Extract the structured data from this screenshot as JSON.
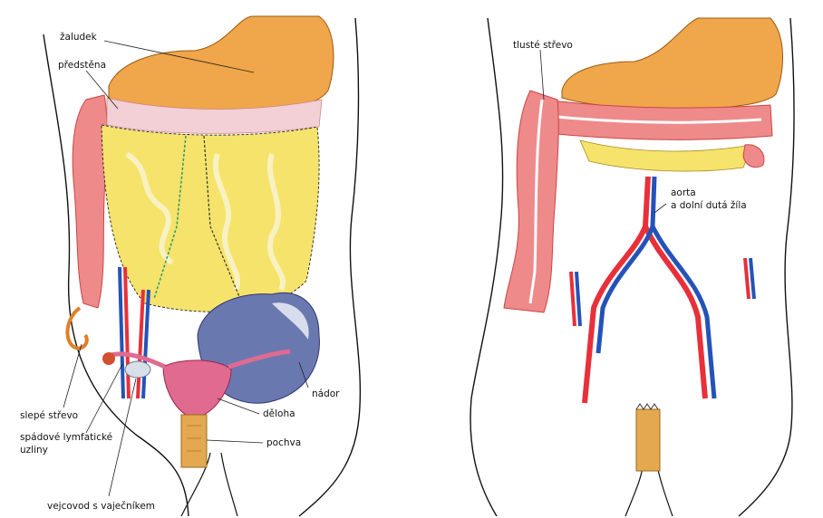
{
  "labels": {
    "zaludek": "žaludek",
    "predstena": "předstěna",
    "slepe_strevo": "slepé střevo",
    "spadove_uzliny_1": "spádové lymfatické",
    "spadove_uzliny_2": "uzliny",
    "vejcovod": "vejcovod s vaječníkem",
    "nador": "nádor",
    "deloha": "děloha",
    "pochva": "pochva",
    "tluste_strevo": "tlusté střevo",
    "aorta_1": "aorta",
    "aorta_2": "a dolní dutá žíla"
  },
  "colors": {
    "stomach": "#f0a64a",
    "omentum": "#f6e36b",
    "colon": "#ef8a8a",
    "artery": "#e8303a",
    "vein": "#2453b8",
    "uterus": "#e06a90",
    "tumor": "#6a78b0",
    "vagina": "#e4a850",
    "outline": "#111111"
  }
}
